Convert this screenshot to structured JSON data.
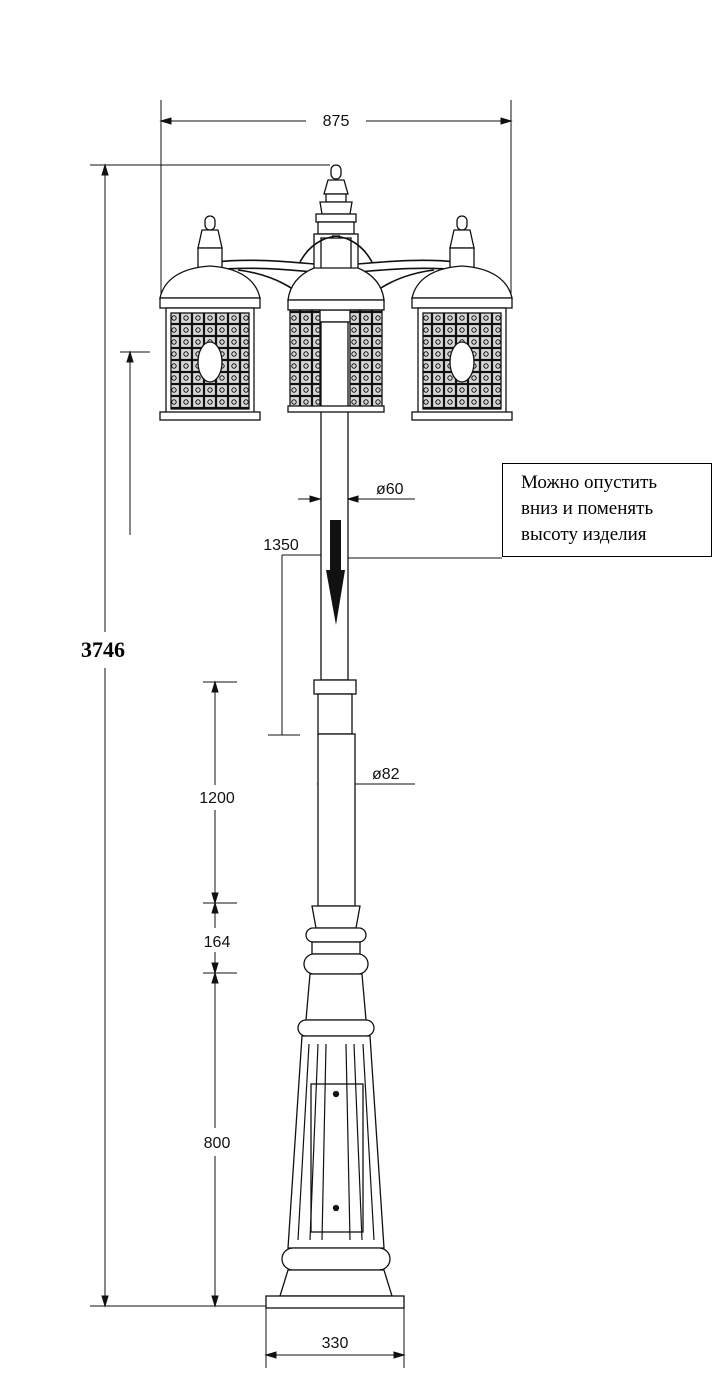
{
  "dimensions": {
    "total_width": "875",
    "total_height": "3746",
    "upper_pole_diameter": "ø60",
    "lower_pole_diameter": "ø82",
    "adjustable_height": "1350",
    "lower_pole_section": "1200",
    "collar_section": "164",
    "base_section": "800",
    "base_width": "330"
  },
  "note": {
    "lines": [
      "Можно опустить",
      "вниз и поменять",
      "высоту изделия"
    ]
  }
}
